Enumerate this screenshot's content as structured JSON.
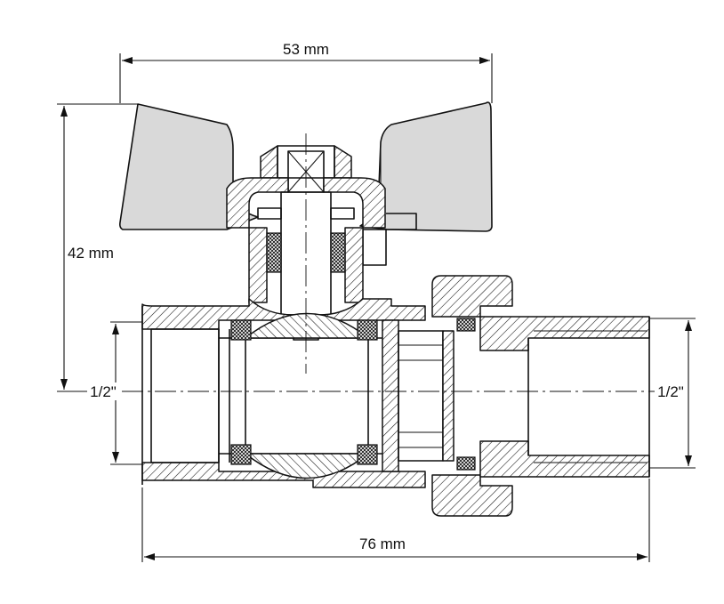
{
  "dimensions": {
    "width_top": "53 mm",
    "height_left": "42 mm",
    "length_bottom": "76 mm",
    "thread_left": "1/2\"",
    "thread_right": "1/2\""
  }
}
